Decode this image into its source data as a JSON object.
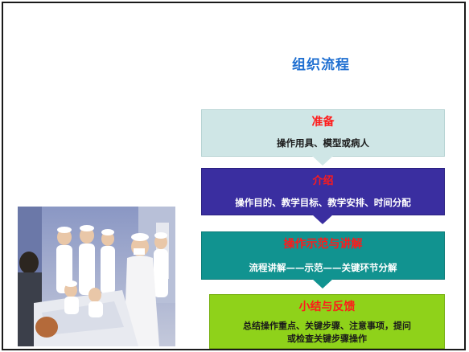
{
  "title": "组织流程",
  "steps": [
    {
      "header": "准备",
      "body": "操作用具、模型或病人",
      "color": "#cfe6e6"
    },
    {
      "header": "介绍",
      "body": "操作目的、教学目标、教学安排、时间分配",
      "color": "#3a2ea0"
    },
    {
      "header": "操作示范与讲解",
      "body": "流程讲解——示范——关键环节分解",
      "color": "#119390"
    },
    {
      "header": "小结与反馈",
      "body_line1": "总结操作重点、关键步骤、注意事项，提问",
      "body_line2": "或检查关键步骤操作",
      "color": "#8fd21a"
    }
  ],
  "photo": {
    "description": "nursing students watching demonstration"
  }
}
